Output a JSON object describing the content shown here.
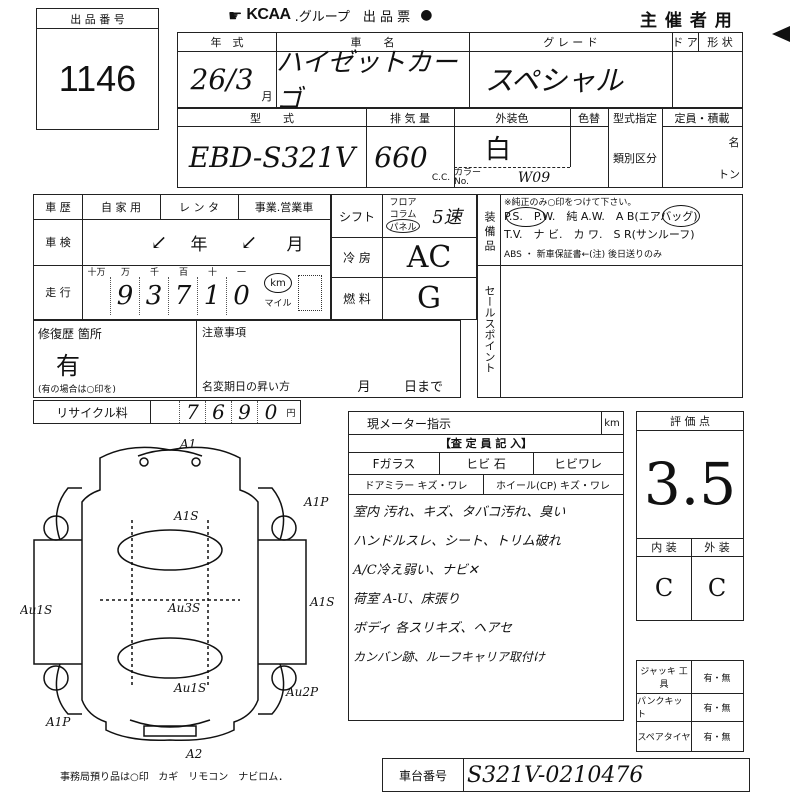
{
  "header": {
    "lot_label": "出 品 番 号",
    "lot_number": "1146",
    "title_brand": "KCAA",
    "title_text": ".グループ　出 品 票",
    "organizer": "主 催 者 用"
  },
  "row1": {
    "year_label": "年　式",
    "car_name_label": "車　　名",
    "grade_label": "グ レ ー ド",
    "doors_label": "ド ア",
    "shape_label": "形 状",
    "year_value": "26/3",
    "year_suffix": "月",
    "car_name_value": "ハイゼットカーゴ",
    "grade_value": "スペシャル"
  },
  "row2": {
    "model_label": "型　　式",
    "displacement_label": "排 気 量",
    "exterior_color_label": "外装色",
    "color_change_label": "色替",
    "model_designation_label": "型式指定",
    "capacity_label": "定員・積載",
    "category_label": "類別区分",
    "persons_unit": "名",
    "tons_unit": "トン",
    "model_value": "EBD-S321V",
    "displacement_value": "660",
    "cc_unit": "C.C.",
    "color_value": "白",
    "color_no_label": "カラー No.",
    "color_no_value": "W09"
  },
  "history": {
    "history_label": "車 歴",
    "private_label": "自 家 用",
    "rental_label": "レ ン タ",
    "business_label": "事業.営業車",
    "inspection_label": "車 検",
    "inspection_year": "年",
    "inspection_month": "月",
    "mileage_label": "走 行",
    "digit_labels": [
      "十万",
      "万",
      "千",
      "百",
      "十",
      "一"
    ],
    "mileage_digits": [
      "",
      "9",
      "3",
      "7",
      "1",
      "0"
    ],
    "km_label": "km",
    "mile_label": "マイル",
    "repair_label": "修復歴 箇所",
    "repair_value": "有",
    "repair_note": "(有の場合は○印を)",
    "notes_label": "注意事項",
    "name_change_label": "名変期日の昇い方",
    "name_change_month": "月",
    "name_change_day": "日まで",
    "recycle_label": "リサイクル料",
    "recycle_digits": [
      "",
      "7",
      "6",
      "9",
      "0"
    ],
    "recycle_unit": "円"
  },
  "specs": {
    "shift_label": "シフト",
    "floor_label": "フロア",
    "column_label": "コラム",
    "panel_label": "パネル",
    "shift_value": "5速",
    "ac_label": "冷 房",
    "ac_value": "AC",
    "fuel_label": "燃 料",
    "fuel_value": "G"
  },
  "equipment": {
    "label": "装 備 品",
    "note": "※純正のみ○印をつけて下さい。",
    "line1": "P.S.　P.W.　純 A.W.　A B(エアバッグ)",
    "line2": "T.V.　ナ ビ.　カ ワ.　S R(サンルーフ)",
    "line3": "ABS ・ 新車保証書←(注) 後日送りのみ",
    "sales_point_label": "セールスポイント"
  },
  "inspector": {
    "meter_label": "現メーター指示",
    "km_unit": "km",
    "section_label": "【査 定 員 記 入】",
    "windshield_label": "Fガラス",
    "chip_label": "ヒビ 石",
    "crack_label": "ヒビワレ",
    "mirror_label": "ドアミラー",
    "mirror_state": "キズ・ワレ",
    "wheel_label": "ホイール(CP)",
    "wheel_state": "キズ・ワレ",
    "notes": [
      "室内 汚れ、キズ、タバコ汚れ、臭い",
      "ハンドルスレ、シート、トリム破れ",
      "A/C冷え弱い、ナビ✕",
      "荷室 A-U、床張り",
      "ボディ 各スリキズ、ヘアセ",
      "カンバン跡、ルーフキャリア取付け"
    ]
  },
  "rating": {
    "label": "評 価 点",
    "score": "3.5",
    "interior_label": "内 装",
    "exterior_label": "外 装",
    "interior_value": "C",
    "exterior_value": "C"
  },
  "tools": {
    "jack_label": "ジャッキ 工 具",
    "puncture_label": "パンクキット",
    "spare_label": "スペアタイヤ",
    "yes_no": "有・無"
  },
  "diagram": {
    "marks": [
      "A1",
      "A1S",
      "A1P",
      "Au1S",
      "Au3S",
      "A1S",
      "Au1S",
      "Au2P",
      "A1P",
      "A2"
    ]
  },
  "footer": {
    "office_label": "事務局預り品は○印",
    "items": "カギ　リモコン　ナビロム．",
    "chassis_label": "車台番号",
    "chassis_value": "S321V-0210476"
  }
}
